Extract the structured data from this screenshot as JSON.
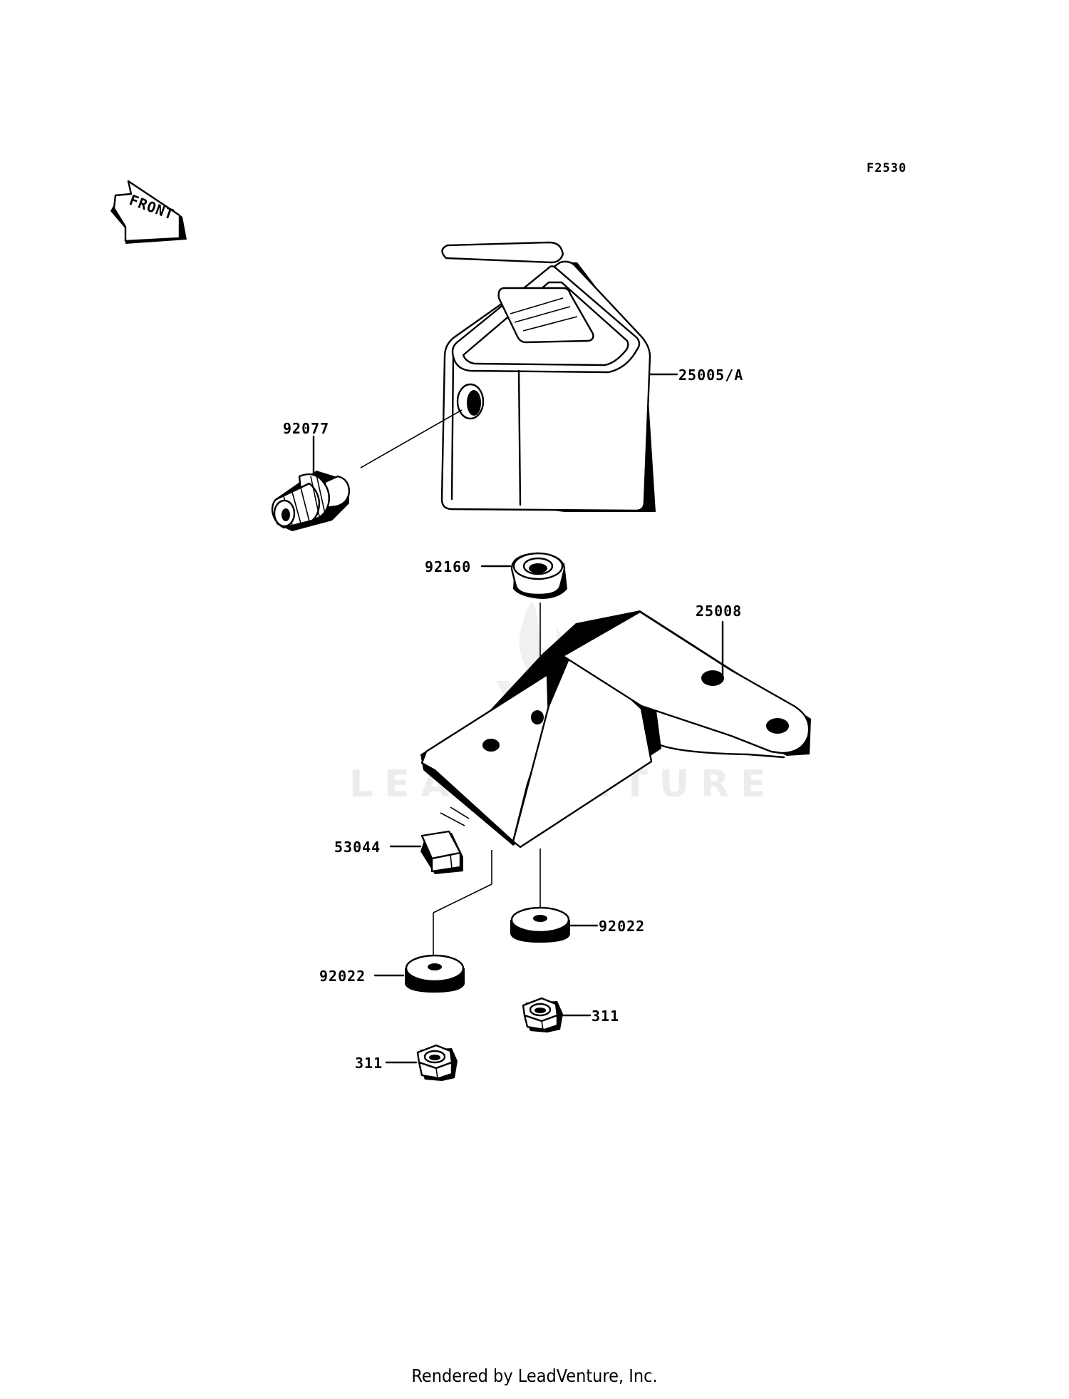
{
  "diagram_code": "F2530",
  "front_label": "FRONT",
  "watermark": "LEADVENTURE",
  "footer": "Rendered by LeadVenture, Inc.",
  "parts": {
    "cover": "25005/A",
    "knob": "92077",
    "grommet": "92160",
    "bracket": "25008",
    "clip": "53044",
    "washer_right": "92022",
    "washer_left": "92022",
    "nut_right": "311",
    "nut_left": "311"
  }
}
